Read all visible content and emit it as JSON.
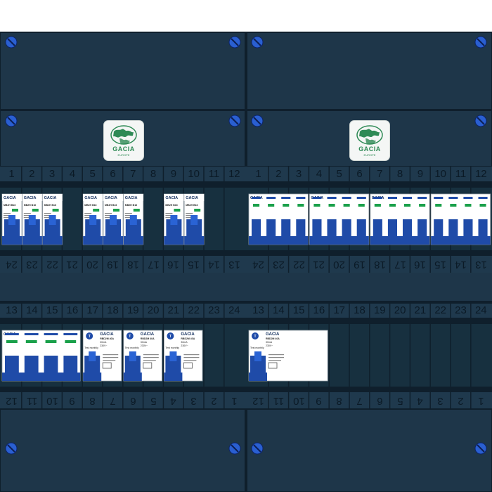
{
  "panel": {
    "logo_brand": "GACIA",
    "logo_sub": "EUROPE",
    "breaker_brand": "GACIA",
    "rcd_brand": "GACIA",
    "test_label": "Test monthly",
    "rcd_model": "RBD2M",
    "rcd_rating": "40A",
    "rcd_sensitivity": "30mA",
    "rcd_voltage": "230V~",
    "mcb_model": "MB2H",
    "mcb_rating": "B16"
  },
  "rails": {
    "top_numbers_left": [
      "1",
      "2",
      "3",
      "4",
      "5",
      "6",
      "7",
      "8",
      "9",
      "10",
      "11",
      "12"
    ],
    "top_numbers_right": [
      "1",
      "2",
      "3",
      "4",
      "5",
      "6",
      "7",
      "8",
      "9",
      "10",
      "11",
      "12"
    ],
    "mid_numbers_left": [
      "13",
      "14",
      "15",
      "16",
      "17",
      "18",
      "19",
      "20",
      "21",
      "22",
      "23",
      "24"
    ],
    "mid_numbers_right": [
      "13",
      "14",
      "15",
      "16",
      "17",
      "18",
      "19",
      "20",
      "21",
      "22",
      "23",
      "24"
    ],
    "row1_bottom_left": [
      "24",
      "23",
      "22",
      "21",
      "20",
      "19",
      "18",
      "17",
      "16",
      "15",
      "14",
      "13"
    ],
    "row1_bottom_right": [
      "24",
      "23",
      "22",
      "21",
      "20",
      "19",
      "18",
      "17",
      "16",
      "15",
      "14",
      "13"
    ],
    "row2_bottom_left": [
      "12",
      "11",
      "10",
      "9",
      "8",
      "7",
      "6",
      "5",
      "4",
      "3",
      "2",
      "1"
    ],
    "row2_bottom_right": [
      "12",
      "11",
      "10",
      "9",
      "8",
      "7",
      "6",
      "5",
      "4",
      "3",
      "2",
      "1"
    ]
  },
  "colors": {
    "panel": "#1b3346",
    "panel_dark": "#0f1f2c",
    "breaker_blue": "#1f4ba8",
    "breaker_body": "#ffffff",
    "brand_green": "#2e8a55"
  }
}
